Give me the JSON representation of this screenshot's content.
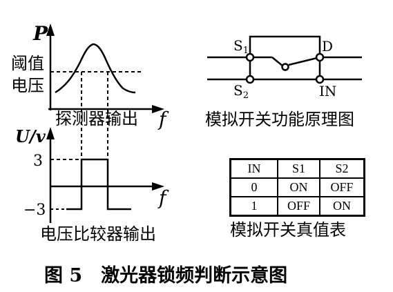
{
  "detector": {
    "y_axis_label": "P",
    "x_axis_label": "f",
    "threshold_label_line1": "阈值",
    "threshold_label_line2": "电压",
    "caption": "探测器输出"
  },
  "comparator": {
    "y_axis_label": "U/v",
    "x_axis_label": "f",
    "tick_high": "3",
    "tick_low": "−3",
    "caption": "电压比较器输出"
  },
  "switch_diagram": {
    "label_s1_main": "S",
    "label_s1_sub": "1",
    "label_s2_main": "S",
    "label_s2_sub": "2",
    "label_d": "D",
    "label_in": "IN",
    "caption": "模拟开关功能原理图"
  },
  "truth_table": {
    "headers": [
      "IN",
      "S1",
      "S2"
    ],
    "rows": [
      [
        "0",
        "ON",
        "OFF"
      ],
      [
        "1",
        "OFF",
        "ON"
      ]
    ],
    "caption": "模拟开关真值表"
  },
  "figure_caption": "图 5　激光器锁频判断示意图"
}
